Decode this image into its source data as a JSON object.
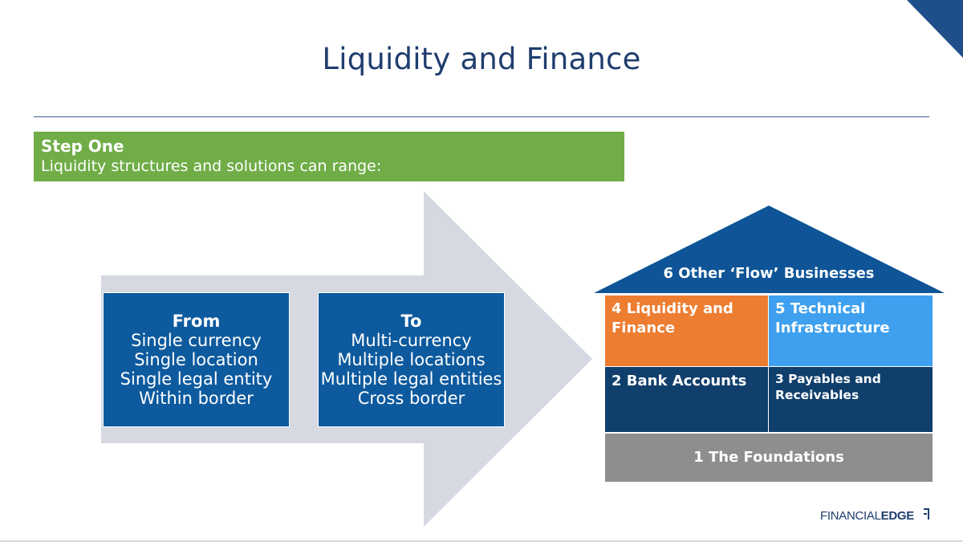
{
  "slide": {
    "title": "Liquidity and Finance"
  },
  "step": {
    "heading": "Step One",
    "subtitle": "Liquidity structures and solutions can range:"
  },
  "from_box": {
    "heading": "From",
    "lines": [
      "Single currency",
      "Single location",
      "Single legal entity",
      "Within border"
    ]
  },
  "to_box": {
    "heading": "To",
    "lines": [
      "Multi-currency",
      "Multiple locations",
      "Multiple legal entities",
      "Cross border"
    ]
  },
  "house": {
    "roof": "6 Other ‘Flow’ Businesses",
    "liquidity": "4 Liquidity and Finance",
    "technical": "5 Technical Infrastructure",
    "bank": "2 Bank Accounts",
    "payables": "3 Payables and Receivables",
    "foundations": "1 The Foundations"
  },
  "logo": {
    "light": "FINANCIAL",
    "bold": "EDGE"
  },
  "colors": {
    "title": "#1f3e6e",
    "banner_green": "#70ad47",
    "box_blue": "#0d5a9e",
    "arrow_gray": "#d6d9e2",
    "roof_blue": "#0e5496",
    "orange": "#ed7d31",
    "light_blue": "#3ea0ee",
    "dark_navy": "#103f6c",
    "gray": "#8e8e8e"
  }
}
